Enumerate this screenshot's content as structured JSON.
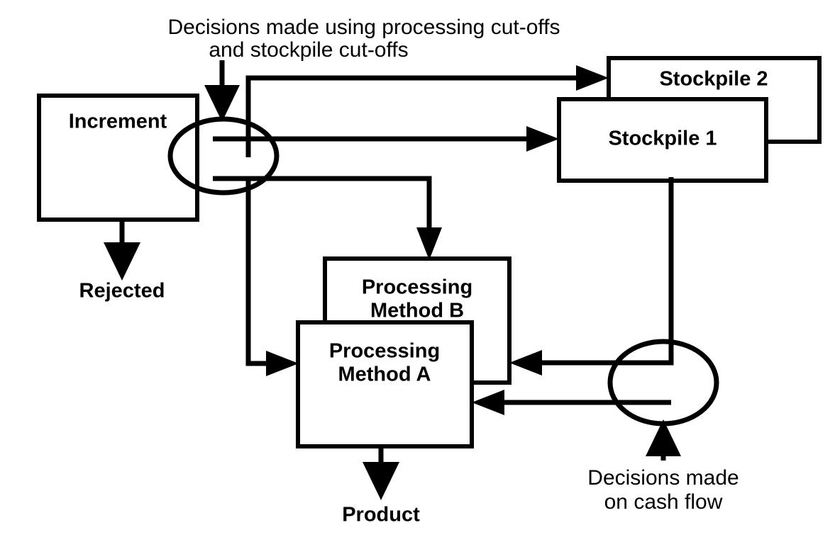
{
  "diagram": {
    "title_caption_top": {
      "line1": "Decisions made using processing cut-offs",
      "line2": "and stockpile cut-offs"
    },
    "title_caption_bottom": {
      "line1": "Decisions made",
      "line2": "on cash flow"
    },
    "nodes": {
      "increment": "Increment",
      "stockpile_2": "Stockpile 2",
      "stockpile_1": "Stockpile 1",
      "processing_method_b_line1": "Processing",
      "processing_method_b_line2": "Method B",
      "processing_method_a_line1": "Processing",
      "processing_method_a_line2": "Method A"
    },
    "terminals": {
      "rejected": "Rejected",
      "product": "Product"
    },
    "colors": {
      "stroke": "#000000",
      "fill": "#ffffff",
      "background": "#ffffff"
    }
  }
}
